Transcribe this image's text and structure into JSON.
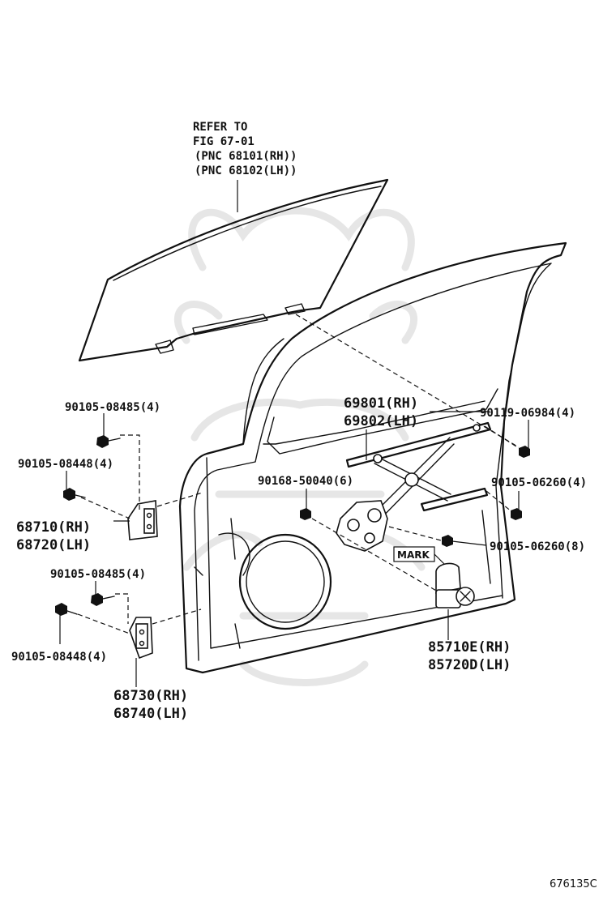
{
  "reference": {
    "line1": "REFER TO",
    "line2": "FIG 67-01",
    "line3": "(PNC 68101(RH))",
    "line4": "(PNC 68102(LH))"
  },
  "labels": {
    "bolt_90105_08485_upper": "90105-08485(4)",
    "bolt_90105_08448_upper": "90105-08448(4)",
    "hinge_upper_rh": "68710(RH)",
    "hinge_upper_lh": "68720(LH)",
    "bolt_90105_08485_lower": "90105-08485(4)",
    "bolt_90105_08448_lower": "90105-08448(4)",
    "hinge_lower_rh": "68730(RH)",
    "hinge_lower_lh": "68740(LH)",
    "regulator_rh": "69801(RH)",
    "regulator_lh": "69802(LH)",
    "bolt_90119_06984": "90119-06984(4)",
    "bolt_90168_50040": "90168-50040(6)",
    "bolt_90105_06260_a": "90105-06260(4)",
    "bolt_90105_06260_b": "90105-06260(8)",
    "mark": "MARK",
    "motor_rh": "85710E(RH)",
    "motor_lh": "85720D(LH)"
  },
  "diagram_id": "676135C"
}
